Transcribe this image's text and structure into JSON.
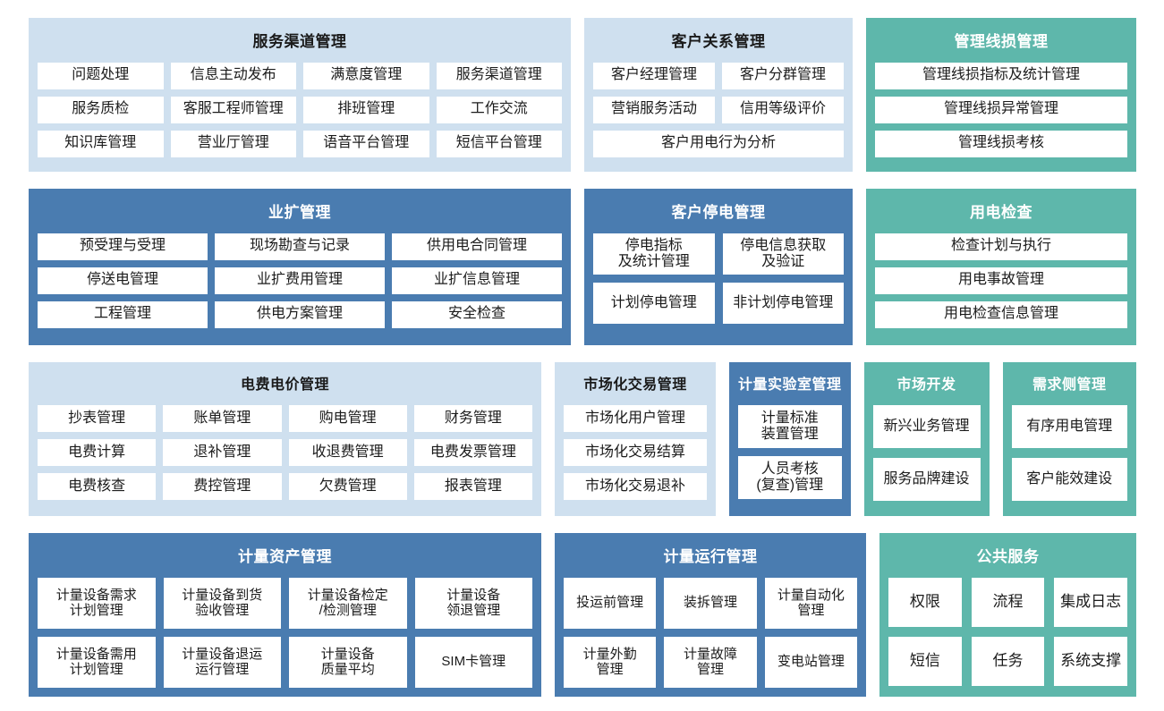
{
  "theme": {
    "light_panel": "#cfe0ef",
    "blue_panel": "#4a7cb0",
    "teal_panel": "#5eb7ab",
    "cell_bg": "#ffffff",
    "page_bg": "#ffffff"
  },
  "rows": [
    {
      "panels": [
        {
          "title": "服务渠道管理",
          "style": "light",
          "cells": [
            "问题处理",
            "信息主动发布",
            "满意度管理",
            "服务渠道管理",
            "服务质检",
            "客服工程师管理",
            "排班管理",
            "工作交流",
            "知识库管理",
            "营业厅管理",
            "语音平台管理",
            "短信平台管理"
          ]
        },
        {
          "title": "客户关系管理",
          "style": "light",
          "cells": [
            "客户经理管理",
            "客户分群管理",
            "营销服务活动",
            "信用等级评价",
            "客户用电行为分析"
          ]
        },
        {
          "title": "管理线损管理",
          "style": "teal",
          "cells": [
            "管理线损指标及统计管理",
            "管理线损异常管理",
            "管理线损考核"
          ]
        }
      ]
    },
    {
      "panels": [
        {
          "title": "业扩管理",
          "style": "blue",
          "cells": [
            "预受理与受理",
            "现场勘查与记录",
            "供用电合同管理",
            "停送电管理",
            "业扩费用管理",
            "业扩信息管理",
            "工程管理",
            "供电方案管理",
            "安全检查"
          ]
        },
        {
          "title": "客户停电管理",
          "style": "blue",
          "cells": [
            "停电指标\n及统计管理",
            "停电信息获取\n及验证",
            "计划停电管理",
            "非计划停电管理"
          ]
        },
        {
          "title": "用电检查",
          "style": "teal",
          "cells": [
            "检查计划与执行",
            "用电事故管理",
            "用电检查信息管理"
          ]
        }
      ]
    },
    {
      "panels": [
        {
          "title": "电费电价管理",
          "style": "light",
          "cells": [
            "抄表管理",
            "账单管理",
            "购电管理",
            "财务管理",
            "电费计算",
            "退补管理",
            "收退费管理",
            "电费发票管理",
            "电费核查",
            "费控管理",
            "欠费管理",
            "报表管理"
          ]
        },
        {
          "title": "市场化交易管理",
          "style": "light",
          "cells": [
            "市场化用户管理",
            "市场化交易结算",
            "市场化交易退补"
          ]
        },
        {
          "title": "计量实验室管理",
          "style": "blue",
          "cells": [
            "计量标准\n装置管理",
            "人员考核\n(复查)管理"
          ]
        },
        {
          "title": "市场开发",
          "style": "teal",
          "cells": [
            "新兴业务管理",
            "服务品牌建设"
          ]
        },
        {
          "title": "需求侧管理",
          "style": "teal",
          "cells": [
            "有序用电管理",
            "客户能效建设"
          ]
        }
      ]
    },
    {
      "panels": [
        {
          "title": "计量资产管理",
          "style": "blue",
          "cells": [
            "计量设备需求\n计划管理",
            "计量设备到货\n验收管理",
            "计量设备检定\n/检测管理",
            "计量设备\n领退管理",
            "计量设备需用\n计划管理",
            "计量设备退运\n运行管理",
            "计量设备\n质量平均",
            "SIM卡管理"
          ]
        },
        {
          "title": "计量运行管理",
          "style": "blue",
          "cells": [
            "投运前管理",
            "装拆管理",
            "计量自动化\n管理",
            "计量外勤\n管理",
            "计量故障\n管理",
            "变电站管理"
          ]
        },
        {
          "title": "公共服务",
          "style": "teal",
          "cells": [
            "权限",
            "流程",
            "集成日志",
            "短信",
            "任务",
            "系统支撑"
          ]
        }
      ]
    }
  ]
}
